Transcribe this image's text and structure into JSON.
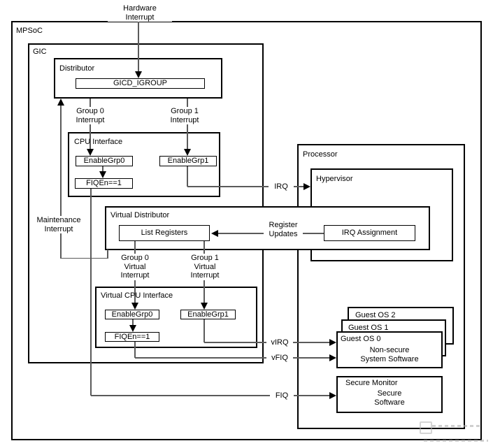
{
  "colors": {
    "box_border": "#000000",
    "connector_line": "#5a5a5a",
    "background": "#ffffff",
    "text": "#000000"
  },
  "labels": {
    "mpsoc": "MPSoC",
    "gic": "GIC",
    "distributor": "Distributor",
    "gicd_igroup": "GICD_IGROUP",
    "cpu_interface": "CPU Interface",
    "enable_grp0": "EnableGrp0",
    "fiqen": "FIQEn==1",
    "enable_grp1": "EnableGrp1",
    "processor": "Processor",
    "hypervisor": "Hypervisor",
    "virtual_distributor": "Virtual Distributor",
    "list_registers": "List Registers",
    "irq_assignment": "IRQ Assignment",
    "virtual_cpu_interface": "Virtual CPU Interface",
    "v_enable_grp0": "EnableGrp0",
    "v_fiqen": "FIQEn==1",
    "v_enable_grp1": "EnableGrp1",
    "guest_os_2": "Guest OS 2",
    "guest_os_1": "Guest OS 1",
    "guest_os_0": "Guest OS 0",
    "non_secure_software": "Non-secure\nSystem Software",
    "secure_monitor": "Secure Monitor",
    "secure_software": "Secure\nSoftware"
  },
  "signals": {
    "hardware_interrupt": "Hardware Interrupt",
    "group0_interrupt": "Group 0\nInterrupt",
    "group1_interrupt": "Group 1\nInterrupt",
    "maintenance_interrupt": "Maintenance\nInterrupt",
    "irq": "IRQ",
    "register_updates": "Register\nUpdates",
    "group0_virtual_interrupt": "Group 0\nVirtual\nInterrupt",
    "group1_virtual_interrupt": "Group 1\nVirtual\nInterrupt",
    "virq": "vIRQ",
    "vfiq": "vFIQ",
    "fiq": "FIQ"
  }
}
